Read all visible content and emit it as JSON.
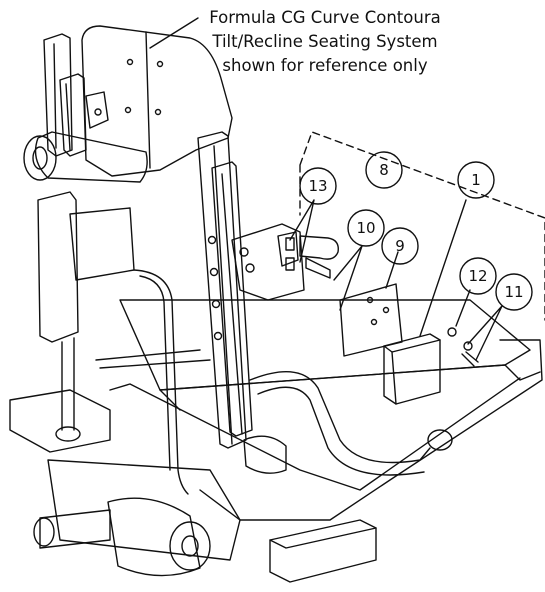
{
  "caption": {
    "line1": "Formula CG Curve Contoura",
    "line2": "Tilt/Recline Seating System",
    "line3": "shown for reference only"
  },
  "callouts": [
    {
      "id": "callout-8",
      "label": "8"
    },
    {
      "id": "callout-1",
      "label": "1"
    },
    {
      "id": "callout-13",
      "label": "13"
    },
    {
      "id": "callout-10",
      "label": "10"
    },
    {
      "id": "callout-9",
      "label": "9"
    },
    {
      "id": "callout-12",
      "label": "12"
    },
    {
      "id": "callout-11",
      "label": "11"
    }
  ]
}
